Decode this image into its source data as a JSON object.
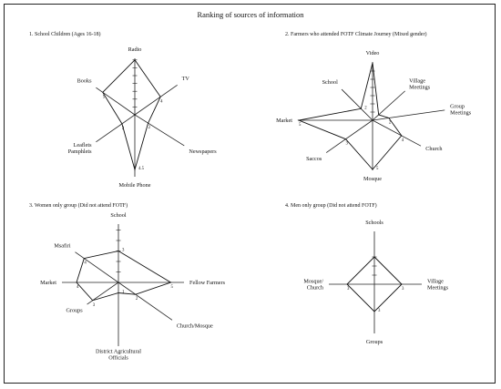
{
  "title": "Ranking of sources of information",
  "chart_data": [
    {
      "type": "radar",
      "title": "1. School Children (Ages 16-18)",
      "center": [
        148,
        126
      ],
      "scale": 8.6,
      "axes": [
        {
          "label": "Radio",
          "angle": -90,
          "len": 62,
          "value": 7
        },
        {
          "label": "TV",
          "angle": -35,
          "len": 57,
          "value": 4,
          "valueLabel": "4"
        },
        {
          "label": "Newspapers",
          "angle": 32,
          "len": 64,
          "value": 2,
          "valueLabel": "2"
        },
        {
          "label": "Mobile Phone",
          "angle": 90,
          "len": 68,
          "value": 7,
          "valueLabel": "4.5"
        },
        {
          "label": "Leaflets\nPamphlets",
          "angle": 145,
          "len": 52,
          "value": 2,
          "valueLabel": "2"
        },
        {
          "label": "Books",
          "angle": -145,
          "len": 52,
          "value": 5,
          "valueLabel": "5"
        }
      ],
      "ticks": 7
    },
    {
      "type": "radar",
      "title": "2. Farmers who attended FOTF Climate Journey (Mixed gender)",
      "center": [
        409,
        132
      ],
      "scale": 9,
      "axes": [
        {
          "label": "Video",
          "angle": -90,
          "len": 64,
          "value": 7
        },
        {
          "label": "Village\nMeetings",
          "angle": -42,
          "len": 48,
          "value": 1
        },
        {
          "label": "Group\nMeetings",
          "angle": -8,
          "len": 80,
          "value": 2,
          "valueLabel": "2"
        },
        {
          "label": "Church",
          "angle": 28,
          "len": 60,
          "value": 4,
          "valueLabel": "4"
        },
        {
          "label": "Mosque",
          "angle": 90,
          "len": 55,
          "value": 6,
          "valueLabel": "5"
        },
        {
          "label": "Saccos",
          "angle": 145,
          "len": 62,
          "value": 4,
          "valueLabel": "3"
        },
        {
          "label": "Market",
          "angle": 180,
          "len": 82,
          "value": 9,
          "valueLabel": "5"
        },
        {
          "label": "School",
          "angle": -135,
          "len": 48,
          "value": 2,
          "valueLabel": "2"
        }
      ],
      "ticks": 6
    },
    {
      "type": "radar",
      "title": "3. Women only group (Did not attend FOTF)",
      "center": [
        130,
        310
      ],
      "scale": 11.5,
      "axes": [
        {
          "label": "School",
          "angle": -90,
          "len": 64,
          "value": 3,
          "valueLabel": "3"
        },
        {
          "label": "Fellow Farmers",
          "angle": 0,
          "len": 72,
          "value": 5,
          "valueLabel": "5"
        },
        {
          "label": "Church/Mosque",
          "angle": 35,
          "len": 72,
          "value": 2,
          "valueLabel": "2"
        },
        {
          "label": "District Agricultural\nOfficials",
          "angle": 90,
          "len": 70,
          "value": 1,
          "valueLabel": "1"
        },
        {
          "label": "Groups",
          "angle": 145,
          "len": 42,
          "value": 3,
          "valueLabel": "3"
        },
        {
          "label": "Market",
          "angle": 180,
          "len": 62,
          "value": 4,
          "valueLabel": "4"
        },
        {
          "label": "Msafiri",
          "angle": -145,
          "len": 58,
          "value": 4,
          "valueLabel": "4"
        }
      ],
      "ticks": 5
    },
    {
      "type": "radar",
      "title": "4. Men only group (Did not attend FOTF)",
      "center": [
        411,
        312
      ],
      "scale": 10,
      "axes": [
        {
          "label": "Schools",
          "angle": -90,
          "len": 58,
          "value": 3
        },
        {
          "label": "Village\nMeetings",
          "angle": 0,
          "len": 52,
          "value": 3,
          "valueLabel": "3"
        },
        {
          "label": "Groups",
          "angle": 90,
          "len": 54,
          "value": 3,
          "valueLabel": "3"
        },
        {
          "label": "Mosque/\nChurch",
          "angle": 180,
          "len": 50,
          "value": 3,
          "valueLabel": "3"
        }
      ],
      "ticks": 3
    }
  ]
}
